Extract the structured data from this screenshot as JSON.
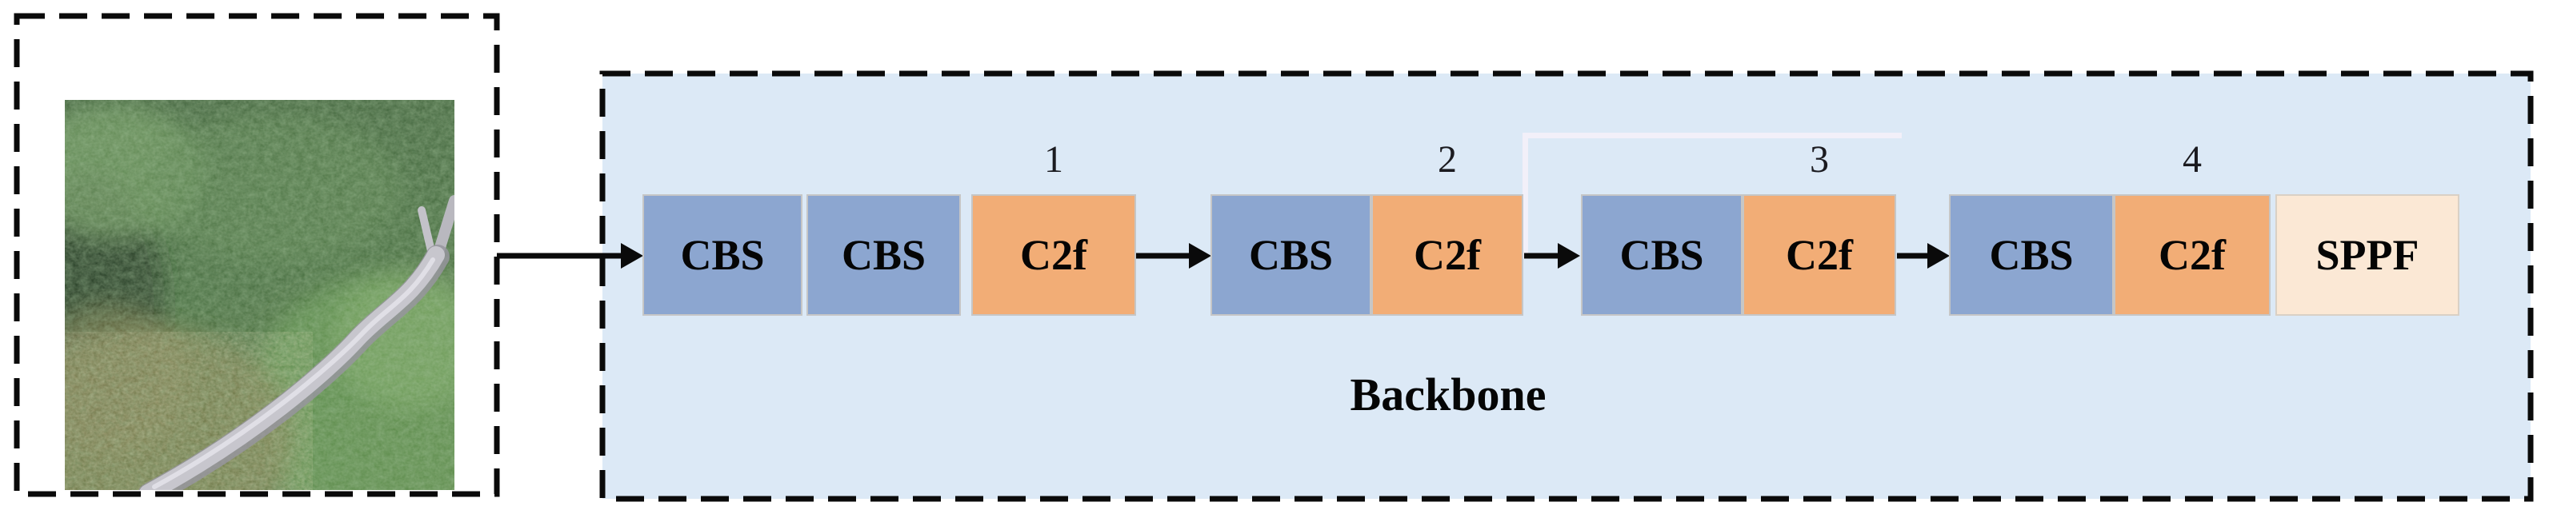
{
  "figure": {
    "input": {
      "photo_name": "forest-scene-photo",
      "photo_description": "dense green foliage crossed by a pale bare branch"
    },
    "backbone": {
      "label": "Backbone",
      "stages": [
        {
          "number": "1",
          "blocks": [
            "CBS",
            "CBS",
            "C2f"
          ]
        },
        {
          "number": "2",
          "blocks": [
            "CBS",
            "C2f"
          ]
        },
        {
          "number": "3",
          "blocks": [
            "CBS",
            "C2f"
          ]
        },
        {
          "number": "4",
          "blocks": [
            "CBS",
            "C2f",
            "SPPF"
          ]
        }
      ]
    },
    "colors": {
      "backbone_bg": "#dce9f6",
      "cbs_fill": "#8ca6d0",
      "c2f_fill": "#f2ad76",
      "sppf_fill": "#fbe8d5",
      "dash_line": "#0a0a0a",
      "white_artifact": "#f2f0f9"
    }
  }
}
